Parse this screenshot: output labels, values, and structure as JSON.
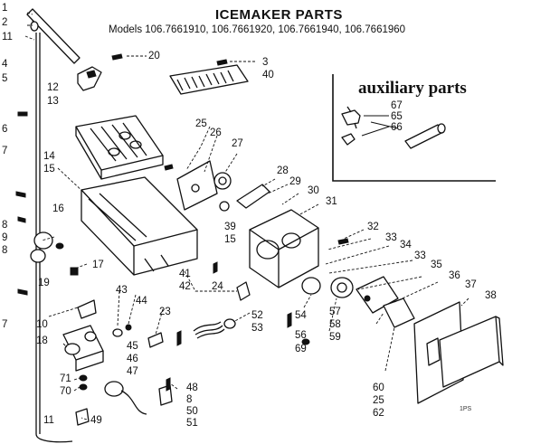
{
  "title": "ICEMAKER PARTS",
  "models": "Models 106.7661910, 106.7661920, 106.7661940, 106.7661960",
  "auxiliary_title": "auxiliary parts",
  "footer_code": "1PS",
  "callouts": {
    "c1": "1",
    "c2": "2",
    "c11a": "11",
    "c4": "4",
    "c5": "5",
    "c6": "6",
    "c7a": "7",
    "c8a": "8",
    "c9": "9",
    "c8b": "8",
    "c7b": "7",
    "c12": "12",
    "c13": "13",
    "c14": "14",
    "c15a": "15",
    "c16": "16",
    "c17": "17",
    "c19": "19",
    "c20": "20",
    "c3": "3",
    "c40": "40",
    "c25a": "25",
    "c26": "26",
    "c27": "27",
    "c28": "28",
    "c29": "29",
    "c30": "30",
    "c31": "31",
    "c39": "39",
    "c15b": "15",
    "c32": "32",
    "c33a": "33",
    "c34": "34",
    "c33b": "33",
    "c35": "35",
    "c36": "36",
    "c37": "37",
    "c38": "38",
    "c41": "41",
    "c42": "42",
    "c24": "24",
    "c43": "43",
    "c44": "44",
    "c23": "23",
    "c10": "10",
    "c18": "18",
    "c45": "45",
    "c46": "46",
    "c47": "47",
    "c52": "52",
    "c53": "53",
    "c54": "54",
    "c57": "57",
    "c58": "58",
    "c59": "59",
    "c56": "56",
    "c69": "69",
    "c71": "71",
    "c70": "70",
    "c11b": "11",
    "c49": "49",
    "c48": "48",
    "c8c": "8",
    "c50": "50",
    "c51": "51",
    "c60": "60",
    "c25b": "25",
    "c62": "62",
    "c67": "67",
    "c65": "65",
    "c66": "66"
  }
}
